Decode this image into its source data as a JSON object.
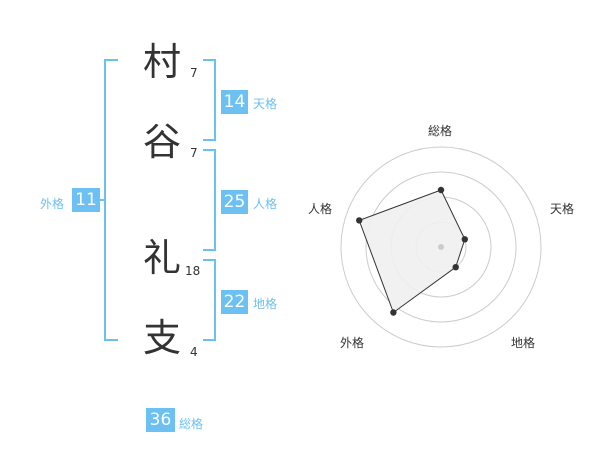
{
  "name_chars": [
    {
      "char": "村",
      "strokes": "7"
    },
    {
      "char": "谷",
      "strokes": "7"
    },
    {
      "char": "礼",
      "strokes": "18"
    },
    {
      "char": "支",
      "strokes": "4"
    }
  ],
  "fortunes": {
    "tenkaku": {
      "value": "14",
      "label": "天格"
    },
    "jinkaku": {
      "value": "25",
      "label": "人格"
    },
    "chikaku": {
      "value": "22",
      "label": "地格"
    },
    "gaikaku": {
      "value": "11",
      "label": "外格"
    },
    "soukaku": {
      "value": "36",
      "label": "総格"
    }
  },
  "colors": {
    "accent": "#6cc0f2",
    "text": "#333333",
    "grid": "#cccccc",
    "fill": "#efefef"
  },
  "chart_data": {
    "type": "radar",
    "axes": [
      "総格",
      "天格",
      "地格",
      "外格",
      "人格"
    ],
    "values": [
      0.57,
      0.25,
      0.25,
      0.81,
      0.86
    ],
    "rings": 4,
    "grid": true
  }
}
